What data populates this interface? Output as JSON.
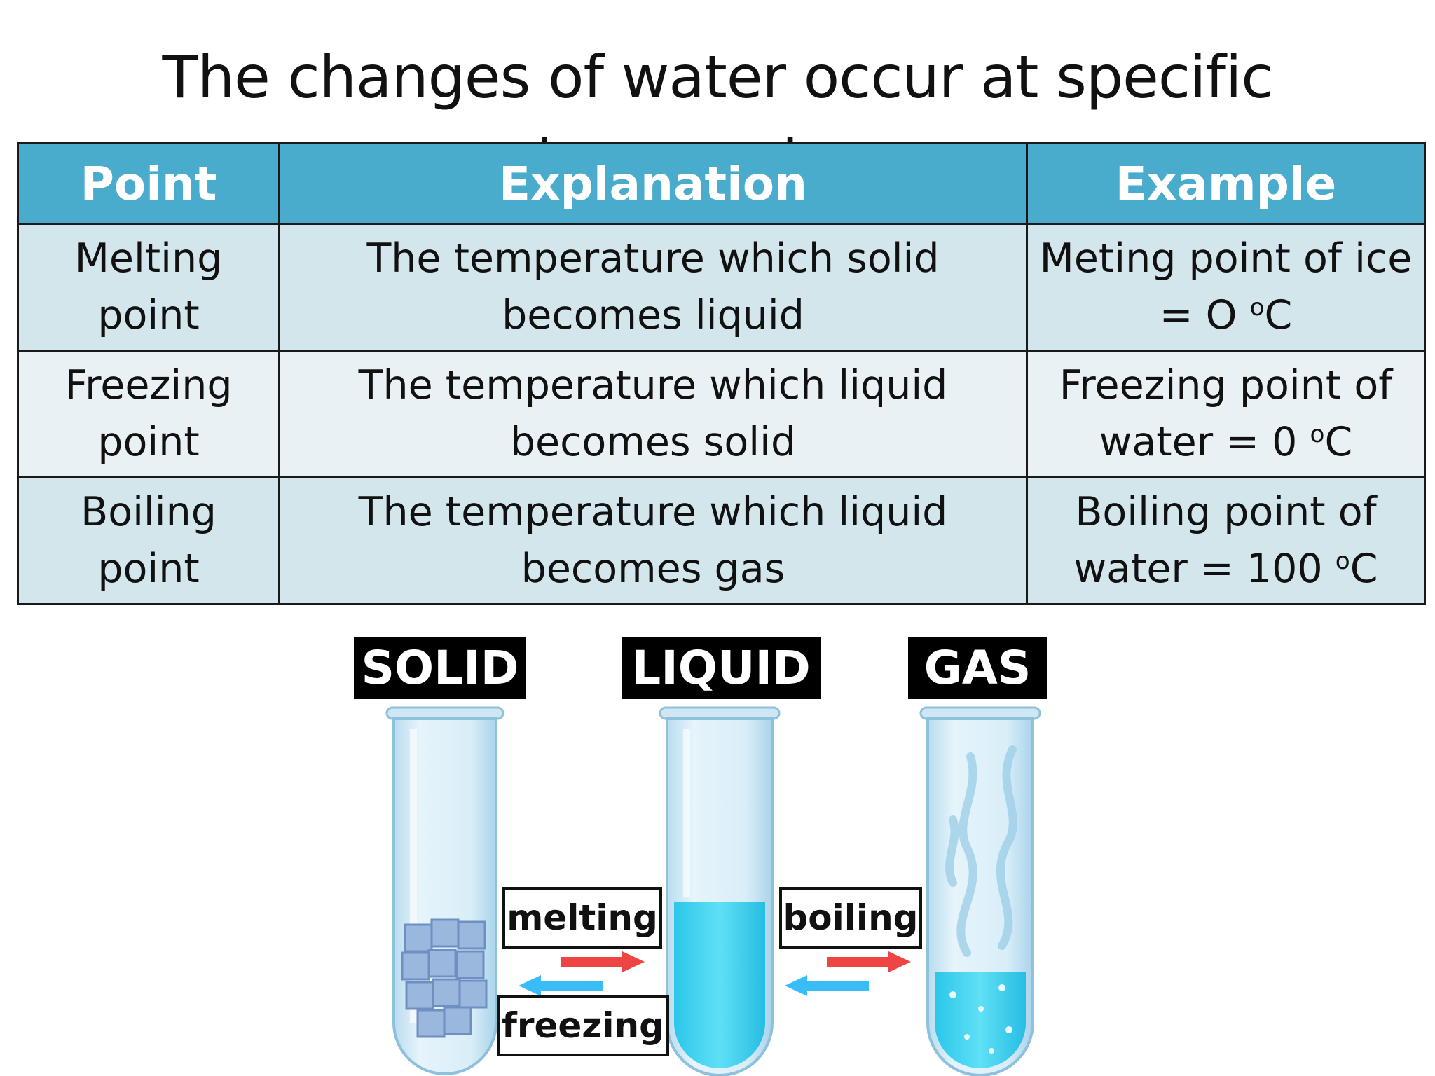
{
  "title": "The changes of water occur at specific temperature",
  "table": {
    "headers": [
      "Point",
      "Explanation",
      "Example"
    ],
    "rows": [
      {
        "point": [
          "Melting",
          "point"
        ],
        "explanation": [
          "The temperature which solid",
          "becomes liquid"
        ],
        "example_line1": "Meting point of ice",
        "example_prefix": "= O ",
        "example_deg": "o",
        "example_unit": "C"
      },
      {
        "point": [
          "Freezing",
          "point"
        ],
        "explanation": [
          "The temperature which liquid",
          "becomes solid"
        ],
        "example_line1": "Freezing point of",
        "example_prefix": "water = 0 ",
        "example_deg": "o",
        "example_unit": "C"
      },
      {
        "point": [
          "Boiling",
          "point"
        ],
        "explanation": [
          "The temperature which liquid",
          "becomes gas"
        ],
        "example_line1": "Boiling point of",
        "example_prefix": "water = 100 ",
        "example_deg": "o",
        "example_unit": "C"
      }
    ]
  },
  "diagram": {
    "states": {
      "solid": "SOLID",
      "liquid": "LIQUID",
      "gas": "GAS"
    },
    "processes": {
      "melting": "melting",
      "freezing": "freezing",
      "boiling": "boiling"
    },
    "colors": {
      "forward_arrow": "#ef4444",
      "reverse_arrow": "#38bdf8",
      "water": "#3fd6f2",
      "ice": "#9ab7dd"
    }
  }
}
